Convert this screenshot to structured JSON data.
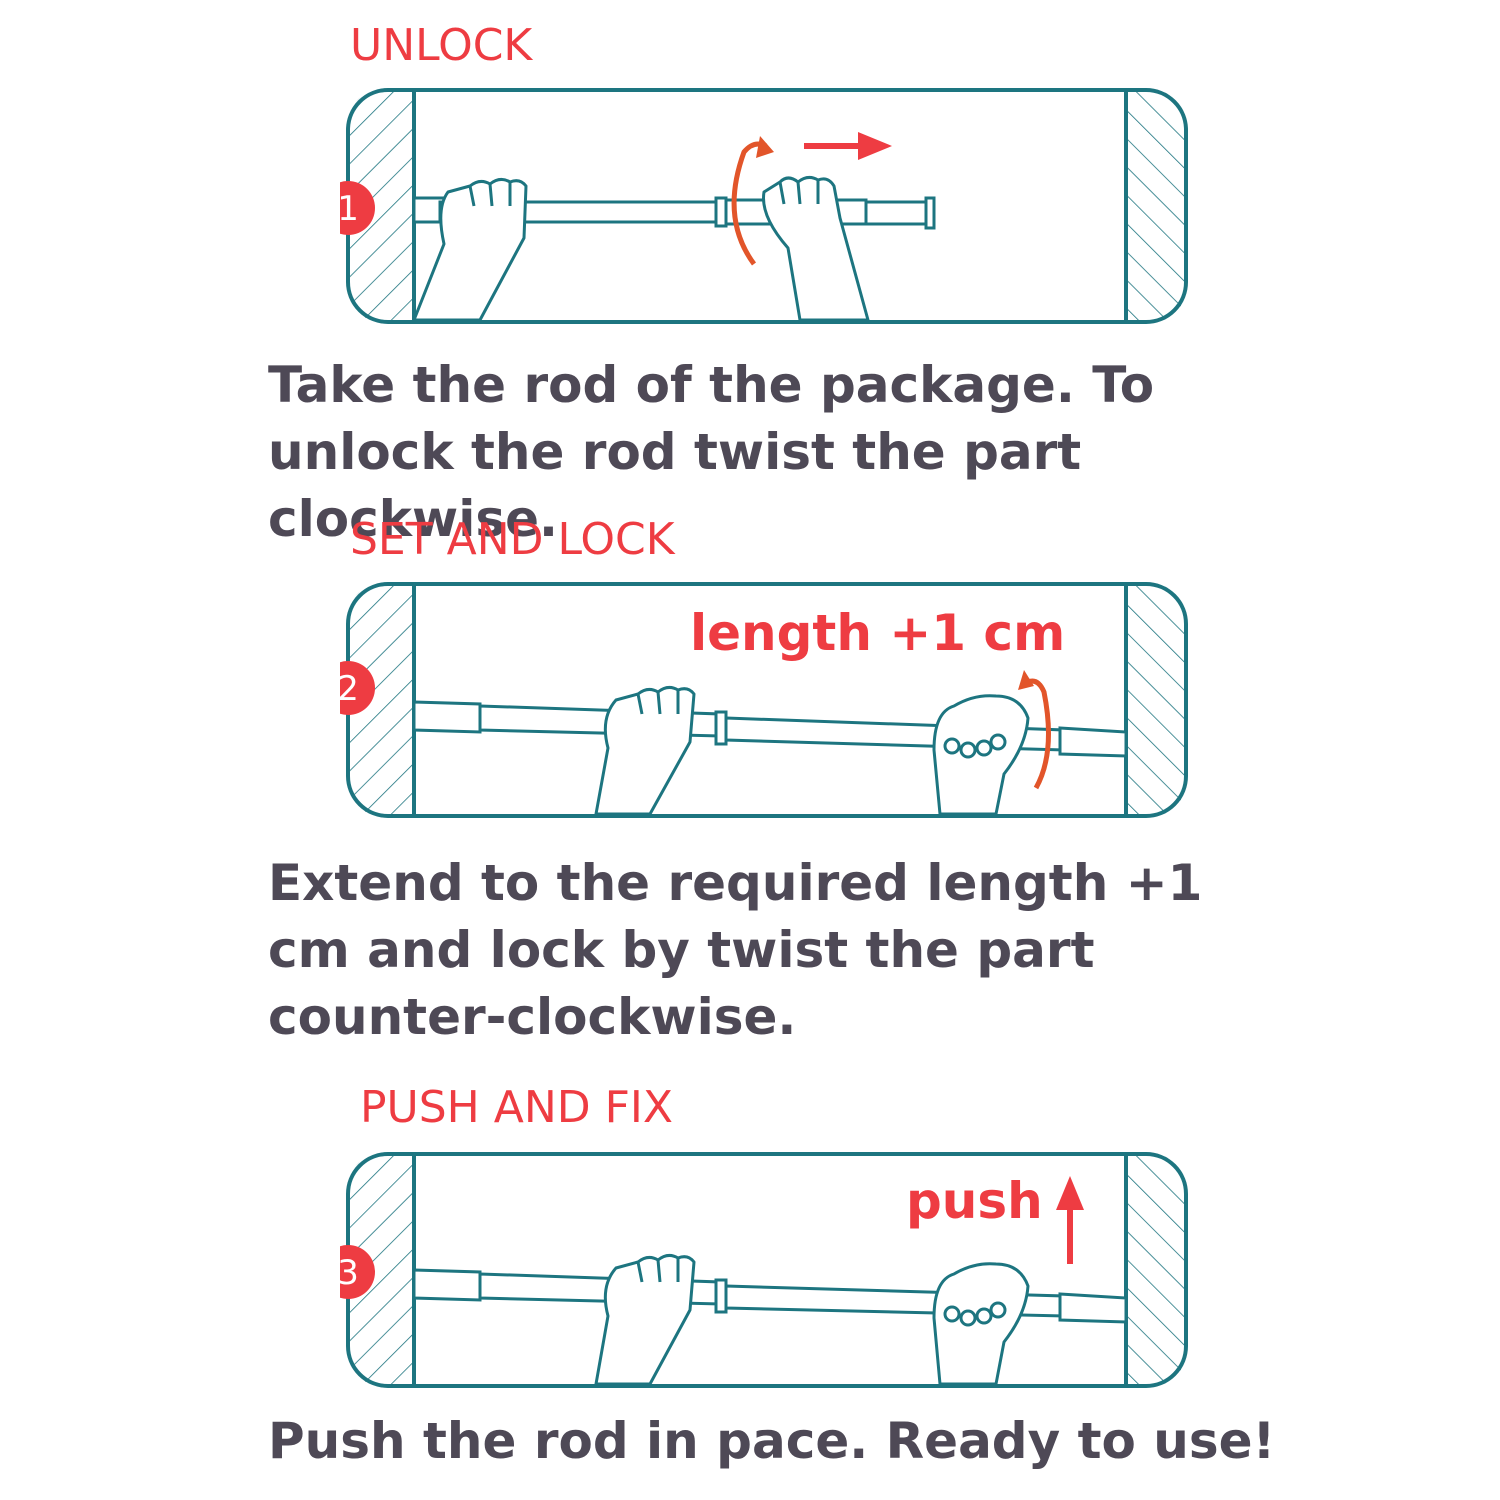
{
  "colors": {
    "accent": "#ee3c42",
    "frame": "#1d7580",
    "text": "#4e4956",
    "twist_arrow": "#e2552a"
  },
  "steps": [
    {
      "number": "1",
      "heading": "UNLOCK",
      "text": "Take the rod of the package. To unlock the rod twist the part clockwise.",
      "icons": [
        "wall-icon",
        "hand-icon",
        "rotate-clockwise-icon",
        "arrow-right-icon"
      ]
    },
    {
      "number": "2",
      "heading": "SET AND LOCK",
      "callout": "length +1 cm",
      "text": "Extend to the required length +1 cm and lock by twist the part counter-clockwise.",
      "icons": [
        "wall-icon",
        "hand-icon",
        "rotate-counterclockwise-icon"
      ]
    },
    {
      "number": "3",
      "heading": "PUSH AND FIX",
      "callout": "push",
      "text": "Push the rod in pace. Ready to use!",
      "icons": [
        "wall-icon",
        "hand-icon",
        "arrow-up-icon"
      ]
    }
  ]
}
